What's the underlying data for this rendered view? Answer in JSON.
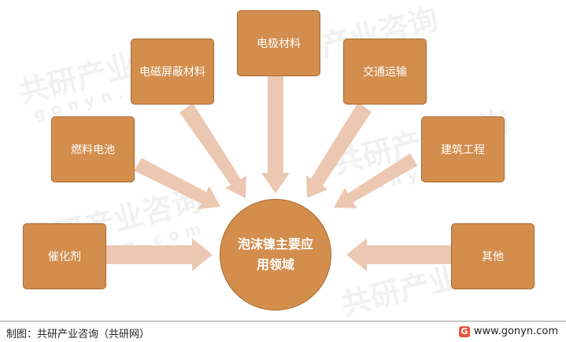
{
  "watermark": {
    "brand": "共研产业咨询",
    "url": "gonyn.com"
  },
  "center": {
    "label": "泡沫镍主要应用领域"
  },
  "nodes": [
    {
      "id": "electrode",
      "label": "电极材料"
    },
    {
      "id": "shielding",
      "label": "电磁屏蔽材料"
    },
    {
      "id": "transport",
      "label": "交通运输"
    },
    {
      "id": "fuelcell",
      "label": "燃料电池"
    },
    {
      "id": "building",
      "label": "建筑工程"
    },
    {
      "id": "catalyst",
      "label": "催化剂"
    },
    {
      "id": "other",
      "label": "其他"
    }
  ],
  "footer": {
    "credit": "制图：共研产业咨询（共研网）",
    "site": "www.gonyn.com",
    "logo_glyph": "G"
  },
  "colors": {
    "node_fill": "#d38d4c",
    "node_border": "#a96a31",
    "arrow_fill": "#ecc8b2"
  }
}
